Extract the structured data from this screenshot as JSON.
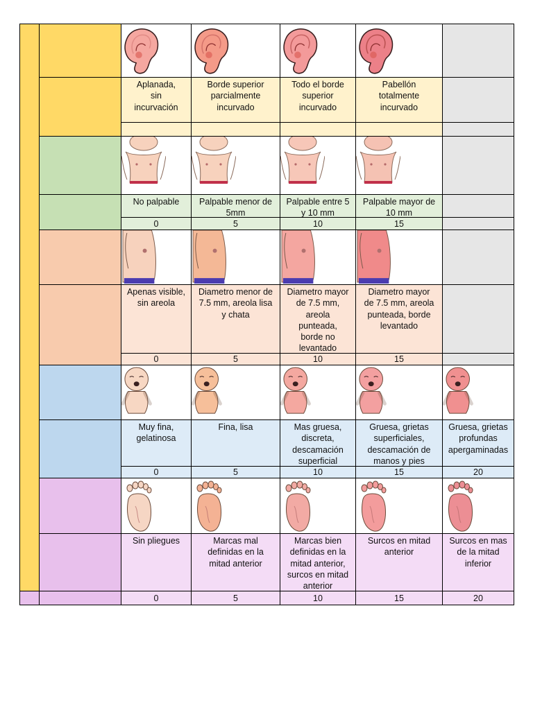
{
  "colors": {
    "rail": "#ffd966",
    "bands": {
      "ear": {
        "label": "#ffd966",
        "cell": "#fff2cc"
      },
      "breast": {
        "label": "#c6e0b4",
        "cell": "#e2efda"
      },
      "nipple": {
        "label": "#f8cbad",
        "cell": "#fce4d6"
      },
      "skin": {
        "label": "#bdd7ee",
        "cell": "#ddebf7"
      },
      "plantar": {
        "label": "#e8c0ec",
        "cell": "#f4dcf6"
      }
    },
    "blank_column": "#e6e6e6",
    "picture_bg": "#ffffff"
  },
  "sections": [
    {
      "key": "ear",
      "icon": "ear-icon",
      "pictures": 4,
      "descriptions": [
        "Aplanada,\nsin\nincurvación",
        "Borde superior\nparcialmente\nincurvado",
        "Todo el borde\nsuperior\nincurvado",
        "Pabellón\ntotalmente\nincurvado",
        ""
      ],
      "scores": [
        "",
        "",
        "",
        "",
        ""
      ]
    },
    {
      "key": "breast",
      "icon": "baby-torso-icon",
      "pictures": 4,
      "descriptions": [
        "No palpable",
        "Palpable menor de\n5mm",
        "Palpable entre 5\ny 10 mm",
        "Palpable mayor de\n10 mm",
        ""
      ],
      "scores": [
        "0",
        "5",
        "10",
        "15",
        ""
      ]
    },
    {
      "key": "nipple",
      "icon": "nipple-icon",
      "pictures": 4,
      "descriptions": [
        "Apenas visible,\nsin areola",
        "Diametro menor de\n7.5 mm, areola lisa\ny chata",
        "Diametro mayor\nde 7.5 mm,\nareola\npunteada,\nborde no\nlevantado",
        "Diametro mayor\nde 7.5 mm, areola\npunteada, borde\nlevantado",
        ""
      ],
      "scores": [
        "0",
        "5",
        "10",
        "15",
        ""
      ]
    },
    {
      "key": "skin",
      "icon": "baby-icon",
      "pictures": 5,
      "descriptions": [
        "Muy fina,\ngelatinosa",
        "Fina, lisa",
        "Mas gruesa,\ndiscreta,\ndescamación\nsuperficial",
        "Gruesa, grietas\nsuperficiales,\ndescamación de\nmanos y pies",
        "Gruesa, grietas\nprofundas\napergaminadas"
      ],
      "scores": [
        "0",
        "5",
        "10",
        "15",
        "20"
      ]
    },
    {
      "key": "plantar",
      "icon": "foot-sole-icon",
      "pictures": 5,
      "descriptions": [
        "Sin pliegues",
        "Marcas mal\ndefinidas en la\nmitad anterior",
        "Marcas bien\ndefinidas en la\nmitad anterior,\nsurcos en mitad\nanterior",
        "Surcos en mitad\nanterior",
        "Surcos en mas\nde la mitad\ninferior"
      ],
      "scores": [
        "0",
        "5",
        "10",
        "15",
        "20"
      ]
    }
  ],
  "illustration_tints": {
    "ear": [
      "#f5a7a0",
      "#f49a88",
      "#f39a9a",
      "#ec8088"
    ],
    "torso": [
      "#f7d2bd",
      "#f7d2bd",
      "#f7c7b8",
      "#f5c2b3"
    ],
    "nipple": [
      "#f7d2bd",
      "#f4b896",
      "#f4a6a0",
      "#f08a8a"
    ],
    "baby": [
      "#f7d7c3",
      "#f6bf9a",
      "#f4a8a0",
      "#f3a0a0",
      "#f09090"
    ],
    "foot": [
      "#f6d6c4",
      "#f4b294",
      "#f2aaa4",
      "#f39c9c",
      "#ec8e94"
    ]
  }
}
